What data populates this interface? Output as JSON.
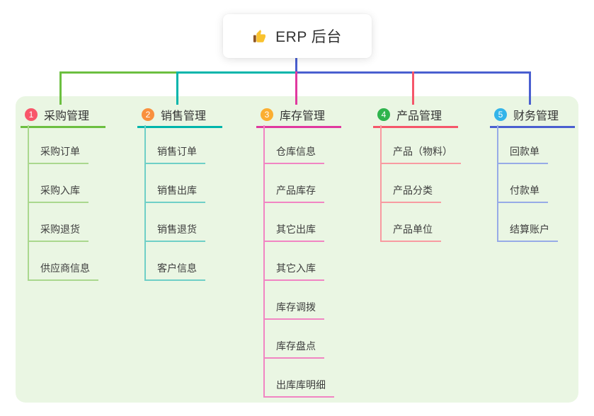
{
  "root": {
    "title": "ERP 后台",
    "icon": "thumbs-up-icon",
    "icon_colors": {
      "thumb": "#f9c22e",
      "cuff": "#8d5524"
    }
  },
  "branches": [
    {
      "badge": "1",
      "title": "采购管理",
      "badge_color": "#f8566a",
      "line_color": "#6cbf40",
      "child_line_color": "#aad88e",
      "children": [
        "采购订单",
        "采购入库",
        "采购退货",
        "供应商信息"
      ]
    },
    {
      "badge": "2",
      "title": "销售管理",
      "badge_color": "#f9903e",
      "line_color": "#00b5ab",
      "child_line_color": "#6fcfc7",
      "children": [
        "销售订单",
        "销售出库",
        "销售退货",
        "客户信息"
      ]
    },
    {
      "badge": "3",
      "title": "库存管理",
      "badge_color": "#fbae31",
      "line_color": "#e0399f",
      "child_line_color": "#f185c3",
      "children": [
        "仓库信息",
        "产品库存",
        "其它出库",
        "其它入库",
        "库存调拨",
        "库存盘点",
        "出库库明细"
      ]
    },
    {
      "badge": "4",
      "title": "产品管理",
      "badge_color": "#2fb44d",
      "line_color": "#f5566a",
      "child_line_color": "#f89ba1",
      "children": [
        "产品（物料）",
        "产品分类",
        "产品单位"
      ]
    },
    {
      "badge": "5",
      "title": "财务管理",
      "badge_color": "#33b4e9",
      "line_color": "#4a5fd0",
      "child_line_color": "#97abe7",
      "children": [
        "回款单",
        "付款单",
        "结算账户"
      ]
    }
  ],
  "colors": {
    "canvas_bg": "#ffffff",
    "panel_bg": "#eaf6e3",
    "root_connector": "#4a5fd0",
    "text_primary": "#333333",
    "text_child": "#3d3d3d"
  }
}
